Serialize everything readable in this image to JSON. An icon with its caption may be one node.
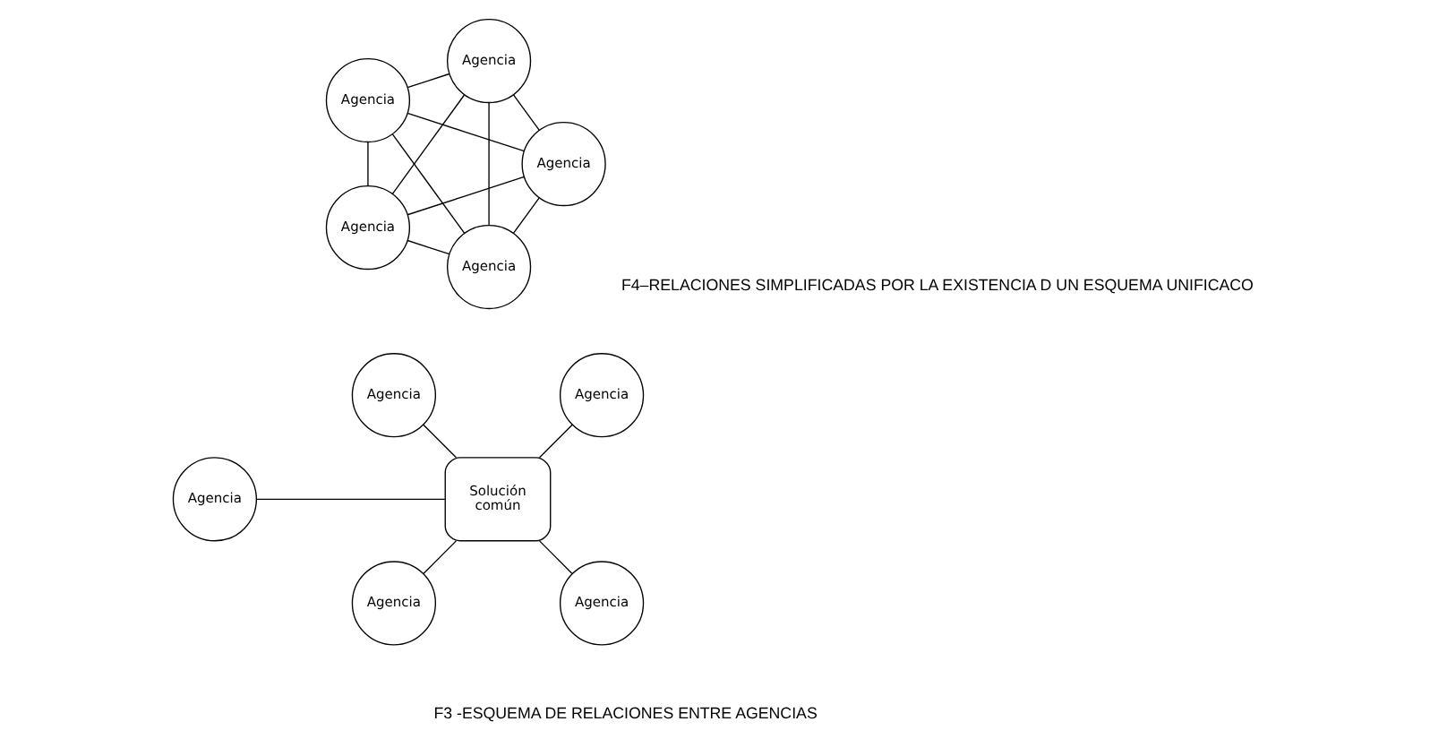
{
  "diagram": {
    "nodes": [
      {
        "text": [
          "Agencia"
        ]
      },
      {
        "text": [
          "Agencia"
        ]
      },
      {
        "text": [
          "Agencia"
        ]
      },
      {
        "text": [
          "Agencia"
        ]
      },
      {
        "text": [
          "Agencia"
        ]
      },
      {
        "text": [
          "Agencia"
        ]
      },
      {
        "text": [
          "Agencia"
        ]
      },
      {
        "text": [
          "Agencia"
        ]
      },
      {
        "text": [
          "Solución común"
        ]
      },
      {
        "text": [
          "Agencia"
        ]
      },
      {
        "text": [
          "Agencia"
        ]
      }
    ],
    "edges": [
      {
        "from": 0,
        "to": 1,
        "arrow": "none"
      },
      {
        "from": 0,
        "to": 2,
        "arrow": "none"
      },
      {
        "from": 0,
        "to": 3,
        "arrow": "none"
      },
      {
        "from": 0,
        "to": 4,
        "arrow": "none"
      },
      {
        "from": 1,
        "to": 2,
        "arrow": "none"
      },
      {
        "from": 1,
        "to": 3,
        "arrow": "none"
      },
      {
        "from": 1,
        "to": 4,
        "arrow": "none"
      },
      {
        "from": 2,
        "to": 3,
        "arrow": "none"
      },
      {
        "from": 2,
        "to": 4,
        "arrow": "none"
      },
      {
        "from": 3,
        "to": 4,
        "arrow": "none"
      },
      {
        "from": 8,
        "to": 5,
        "arrow": "none"
      },
      {
        "from": 8,
        "to": 6,
        "arrow": "none"
      },
      {
        "from": 8,
        "to": 7,
        "arrow": "none"
      },
      {
        "from": 8,
        "to": 9,
        "arrow": "none"
      },
      {
        "from": 8,
        "to": 10,
        "arrow": "none"
      }
    ],
    "labels": [
      "F3 -ESQUEMA DE RELACIONES ENTRE AGENCIAS",
      "F4–RELACIONES SIMPLIFICADAS POR LA EXISTENCIA D UN ESQUEMA UNIFICACO"
    ]
  }
}
